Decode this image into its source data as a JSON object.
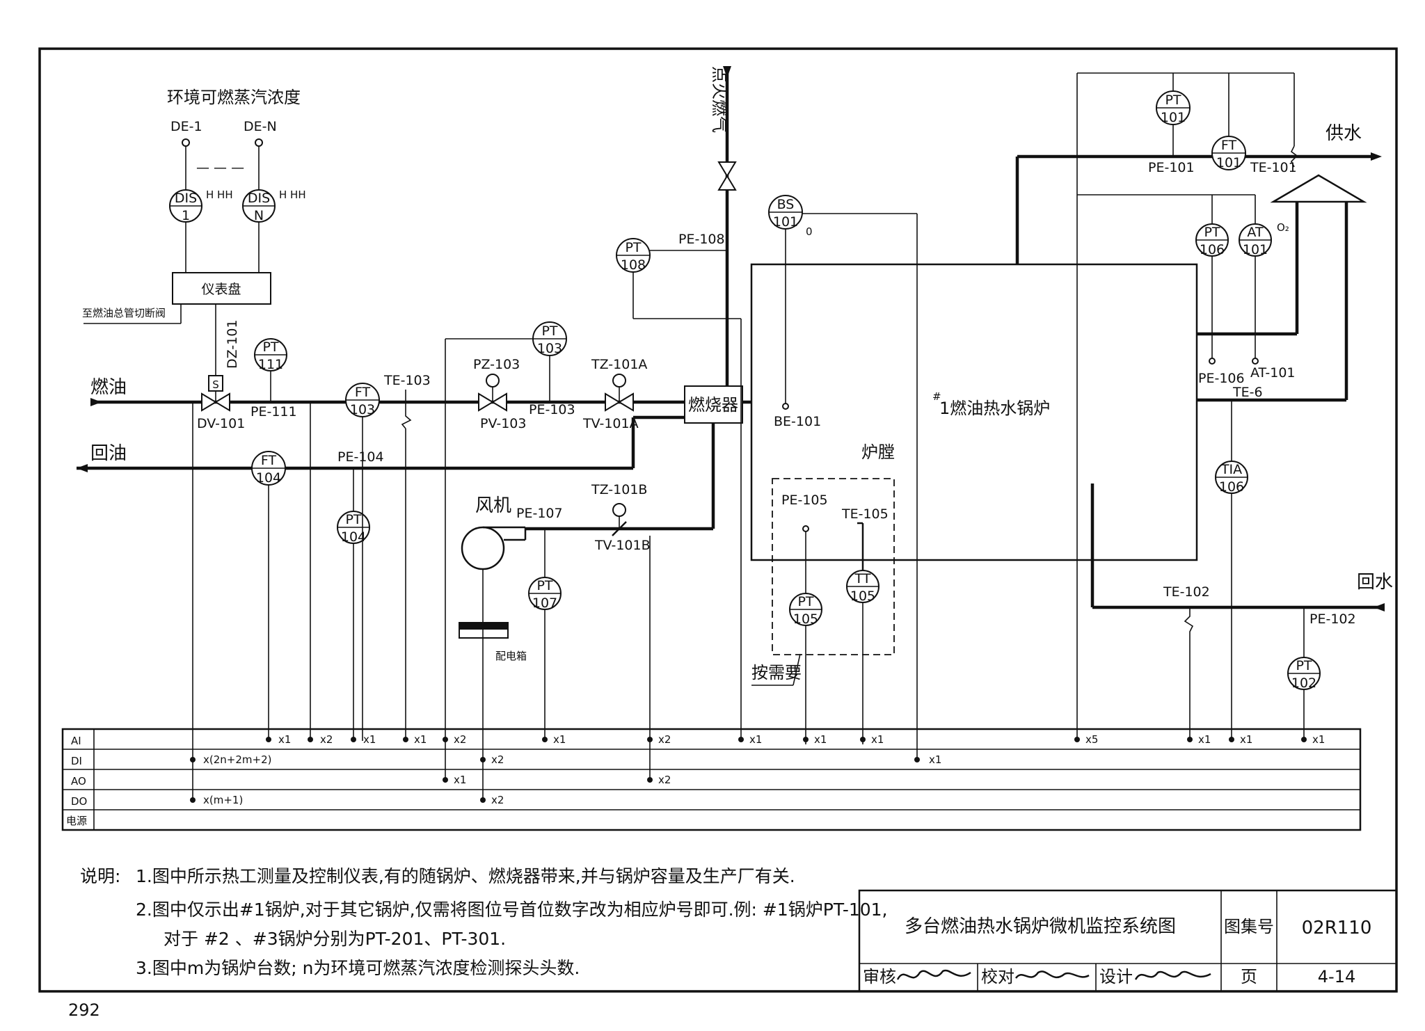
{
  "title_env": "环境可燃蒸汽浓度",
  "de1": "DE-1",
  "den": "DE-N",
  "dashes": "— — —",
  "dis1_a": "DIS",
  "dis1_b": "1",
  "disn_a": "DIS",
  "disn_b": "N",
  "hhh": "H  HH",
  "panel": "仪表盘",
  "to_shutoff": "至燃油总管切断阀",
  "dz101": "DZ-101",
  "s_box": "S",
  "fuel_oil": "燃油",
  "return_oil": "回油",
  "dv101": "DV-101",
  "pt111_a": "PT",
  "pt111_b": "111",
  "pe111": "PE-111",
  "ft103_a": "FT",
  "ft103_b": "103",
  "te103": "TE-103",
  "pz103": "PZ-103",
  "pv103": "PV-103",
  "pt103_a": "PT",
  "pt103_b": "103",
  "pe103": "PE-103",
  "tz101a": "TZ-101A",
  "tv101a": "TV-101A",
  "burner": "燃烧器",
  "ft104_a": "FT",
  "ft104_b": "104",
  "pe104": "PE-104",
  "pt104_a": "PT",
  "pt104_b": "104",
  "fan": "风机",
  "pe107": "PE-107",
  "tz101b": "TZ-101B",
  "tv101b": "TV-101B",
  "pt107_a": "PT",
  "pt107_b": "107",
  "dist_box": "配电箱",
  "ignition_gas": "点火燃气",
  "pt108_a": "PT",
  "pt108_b": "108",
  "pe108": "PE-108",
  "bs101_a": "BS",
  "bs101_b": "101",
  "o_mark": "0",
  "be101": "BE-101",
  "boiler_prefix": "#",
  "boiler": "1燃油热水锅炉",
  "furnace": "炉膛",
  "pe105": "PE-105",
  "te105": "TE-105",
  "pt105_a": "PT",
  "pt105_b": "105",
  "tt105_a": "TT",
  "tt105_b": "105",
  "as_needed": "按需要",
  "pt101_a": "PT",
  "pt101_b": "101",
  "ft101_a": "FT",
  "ft101_b": "101",
  "pe101": "PE-101",
  "te101": "TE-101",
  "supply_water": "供水",
  "pt106_a": "PT",
  "pt106_b": "106",
  "at101_a": "AT",
  "at101_b": "101",
  "o2": "O₂",
  "pe106": "PE-106",
  "at101": "AT-101",
  "te6": "TE-6",
  "tia106_a": "TIA",
  "tia106_b": "106",
  "te102": "TE-102",
  "return_water": "回水",
  "pe102": "PE-102",
  "pt102_a": "PT",
  "pt102_b": "102",
  "io_rows": [
    "AI",
    "DI",
    "AO",
    "DO",
    "电源"
  ],
  "ai_counts": [
    "x1",
    "x2",
    "x1",
    "x1",
    "x2",
    "x1",
    "x2",
    "x1",
    "x1",
    "x1",
    "x5",
    "x1",
    "x1",
    "x1"
  ],
  "di_counts": [
    "x(2n+2m+2)",
    "x2",
    "x1"
  ],
  "ao_counts": [
    "x1",
    "x2"
  ],
  "do_counts": [
    "x(m+1)",
    "x2"
  ],
  "notes_label": "说明:",
  "note1": "1.图中所示热工测量及控制仪表,有的随锅炉、燃烧器带来,并与锅炉容量及生产厂有关.",
  "note2a": "2.图中仅示出#1锅炉,对于其它锅炉,仅需将图位号首位数字改为相应炉号即可.例: #1锅炉PT-101,",
  "note2b": "对于  #2 、#3锅炉分别为PT-201、PT-301.",
  "note3": "3.图中m为锅炉台数;  n为环境可燃蒸汽浓度检测探头头数.",
  "tb_title": "多台燃油热水锅炉微机监控系统图",
  "tb_atlas_label": "图集号",
  "tb_atlas_no": "02R110",
  "tb_review": "审核",
  "tb_check": "校对",
  "tb_design": "设计",
  "tb_page_label": "页",
  "tb_page_no": "4-14",
  "page_number": "292"
}
